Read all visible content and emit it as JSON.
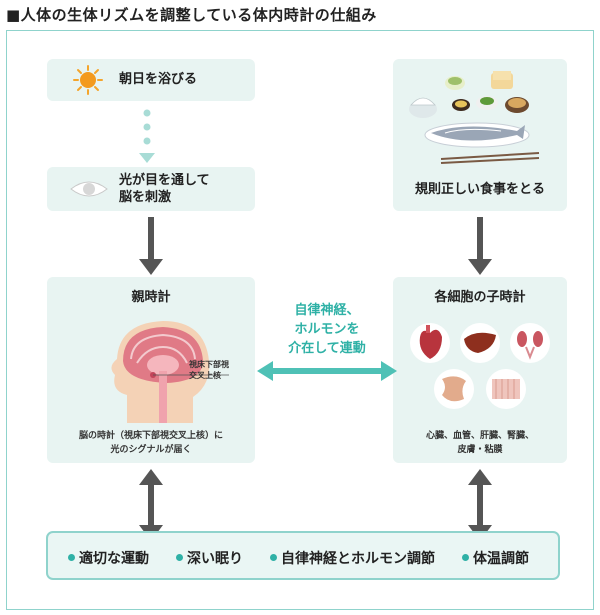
{
  "title": "■人体の生体リズムを調整している体内時計の仕組み",
  "left_top": {
    "label": "朝日を浴びる"
  },
  "left_eye": {
    "line1": "光が目を通して",
    "line2": "脳を刺激"
  },
  "master_clock": {
    "title": "親時計",
    "scn_label_1": "視床下部視",
    "scn_label_2": "交叉上核",
    "caption_1": "脳の時計（視床下部視交叉上核）に",
    "caption_2": "光のシグナルが届く"
  },
  "right_top": {
    "label": "規則正しい食事をとる"
  },
  "peripheral_clock": {
    "title": "各細胞の子時計",
    "caption_1": "心臓、血管、肝臓、腎臓、",
    "caption_2": "皮膚・粘膜"
  },
  "link": {
    "line1": "自律神経、",
    "line2": "ホルモンを",
    "line3": "介在して連動"
  },
  "bottom": {
    "items": [
      "適切な運動",
      "深い眠り",
      "自律神経とホルモン調節",
      "体温調節"
    ]
  },
  "colors": {
    "accent": "#2fb1a6",
    "box_bg": "#e8f4f2",
    "border": "#8fd3cc",
    "arrow": "#555555"
  }
}
